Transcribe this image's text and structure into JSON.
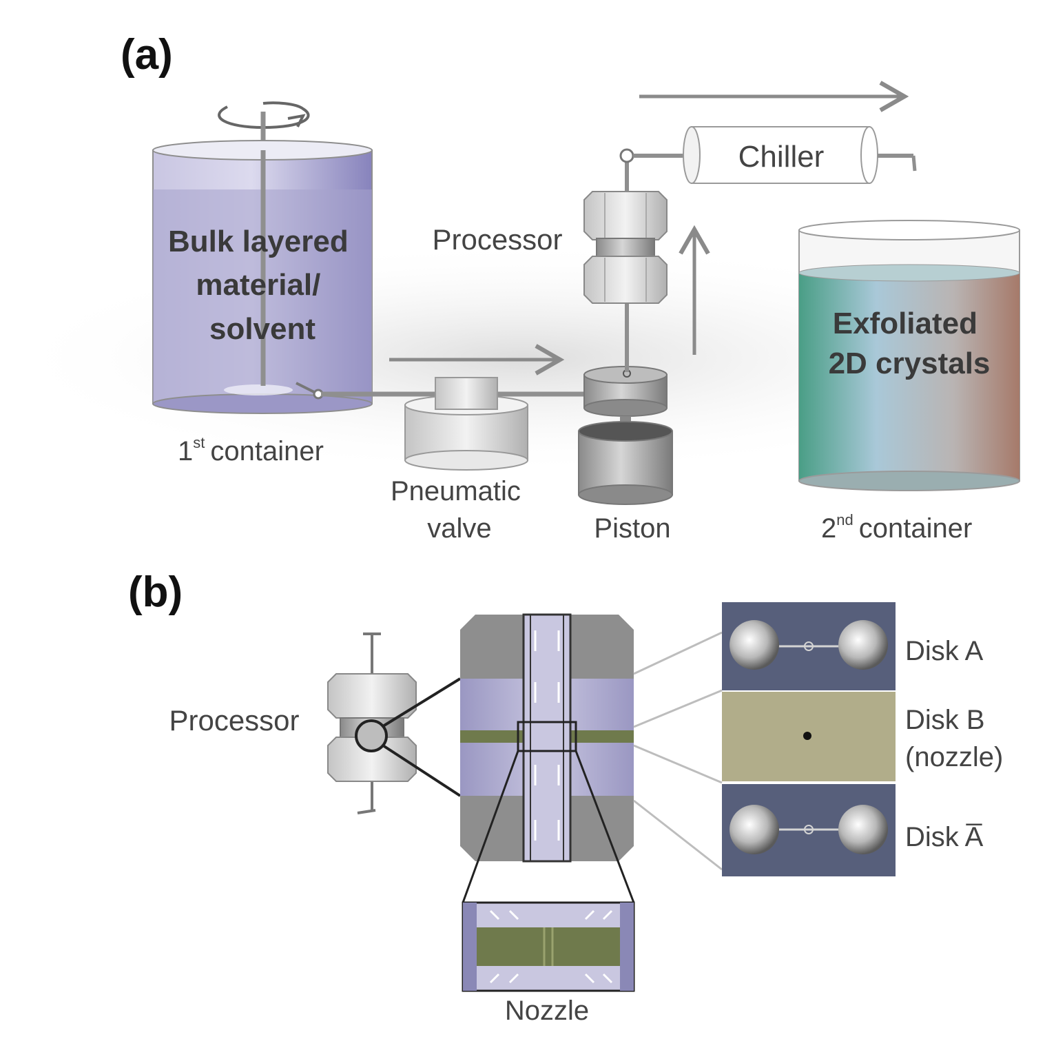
{
  "panels": {
    "a": "(a)",
    "b": "(b)"
  },
  "panel_a": {
    "first_container_liquid": [
      "Bulk layered",
      "material/",
      "solvent"
    ],
    "first_container": {
      "num": "1",
      "sup": "st",
      "text": "container"
    },
    "pneumatic_valve": [
      "Pneumatic",
      "valve"
    ],
    "piston": "Piston",
    "processor": "Processor",
    "chiller": "Chiller",
    "second_container_liquid": [
      "Exfoliated",
      "2D crystals"
    ],
    "second_container": {
      "num": "2",
      "sup": "nd",
      "text": "container"
    }
  },
  "panel_b": {
    "processor": "Processor",
    "nozzle": "Nozzle",
    "disk_a": "Disk A",
    "disk_b": [
      "Disk B",
      "(nozzle)"
    ],
    "disk_a_bar": "Disk A̅"
  },
  "colors": {
    "container1_liquid": "#a6a2cc",
    "container2_gradient": [
      "#4a9e86",
      "#a9c8d8",
      "#b9b4b3",
      "#a67a6a"
    ],
    "nozzle_band": "#6f7a4c",
    "processor_body": "#b3b1cf",
    "metal_gray": "#8e8e8e",
    "disk_plate": "#4e5670",
    "disk_b_plate": "#b7b38f"
  }
}
